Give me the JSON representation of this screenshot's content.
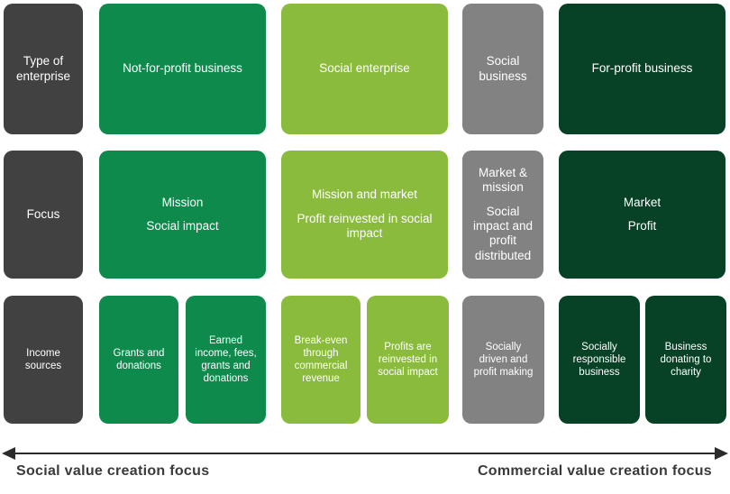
{
  "colors": {
    "charcoal": "#414141",
    "green": "#0e8a4d",
    "light_green": "#8bbb3d",
    "gray": "#828282",
    "dark_green": "#084226",
    "arrow": "#2b2b2b",
    "axis_text": "#3a3a3a",
    "cell_text": "#ffffff"
  },
  "diagram": {
    "rows": [
      {
        "header": "Type of enterprise",
        "cells": [
          {
            "lines": [
              "Not-for-profit business"
            ]
          },
          {
            "lines": [
              "Social enterprise"
            ]
          },
          {
            "lines": [
              "Social business"
            ]
          },
          {
            "lines": [
              "For-profit business"
            ]
          }
        ]
      },
      {
        "header": "Focus",
        "cells": [
          {
            "lines": [
              "Mission",
              "Social impact"
            ]
          },
          {
            "lines": [
              "Mission and market",
              "Profit reinvested in social impact"
            ]
          },
          {
            "lines": [
              "Market & mission",
              "Social impact and profit distributed"
            ]
          },
          {
            "lines": [
              "Market",
              "Profit"
            ]
          }
        ]
      },
      {
        "header": "Income sources",
        "cells": [
          {
            "lines": [
              "Grants and donations"
            ]
          },
          {
            "lines": [
              "Earned income, fees, grants and donations"
            ]
          },
          {
            "lines": [
              "Break-even through commercial revenue"
            ]
          },
          {
            "lines": [
              "Profits are reinvested in social impact"
            ]
          },
          {
            "lines": [
              "Socially driven and profit making"
            ]
          },
          {
            "lines": [
              "Socially responsible business"
            ]
          },
          {
            "lines": [
              "Business donating to charity"
            ]
          }
        ]
      }
    ],
    "axis": {
      "left_label": "Social value creation focus",
      "right_label": "Commercial value creation focus"
    }
  }
}
